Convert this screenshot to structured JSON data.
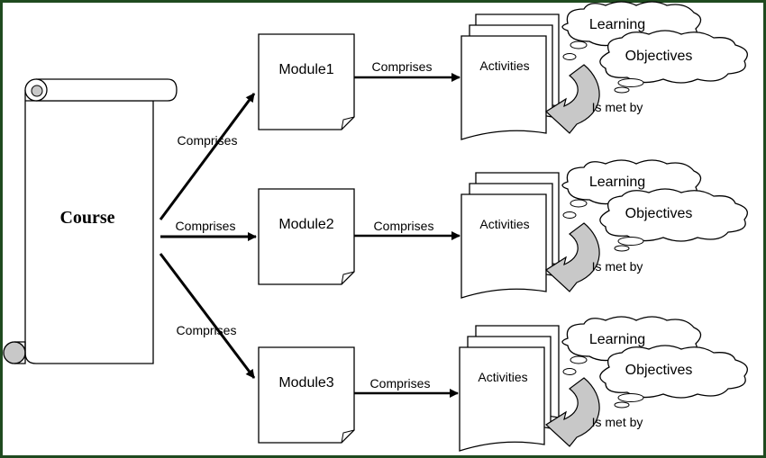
{
  "course": {
    "label": "Course"
  },
  "relations": {
    "comprises": "Comprises",
    "is_met_by": "Is met by"
  },
  "rows": [
    {
      "module": "Module1",
      "activities": "Activities",
      "cloud_top": "Learning",
      "cloud_bottom": "Objectives"
    },
    {
      "module": "Module2",
      "activities": "Activities",
      "cloud_top": "Learning",
      "cloud_bottom": "Objectives"
    },
    {
      "module": "Module3",
      "activities": "Activities",
      "cloud_top": "Learning",
      "cloud_bottom": "Objectives"
    }
  ],
  "colors": {
    "frame": "#1f4a1f",
    "stroke": "#000000",
    "curl_fill": "#c8c8c8",
    "arrow_fill": "#c8c8c8"
  }
}
